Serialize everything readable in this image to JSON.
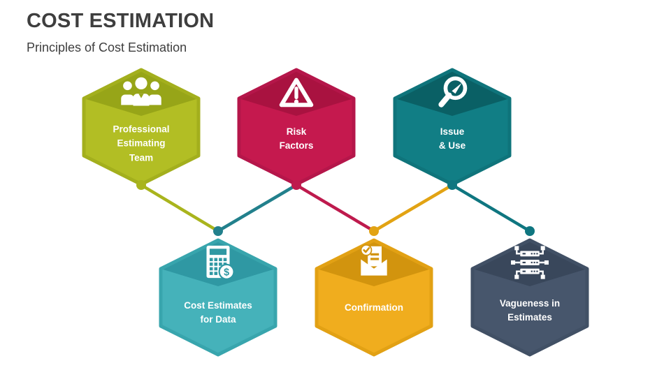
{
  "slide": {
    "title": "COST ESTIMATION",
    "subtitle": "Principles of Cost Estimation",
    "title_color": "#3e3e3e",
    "background": "#ffffff"
  },
  "hexagons": [
    {
      "id": "professional-estimating-team",
      "label": "Professional\nEstimating\nTeam",
      "icon": "team-icon",
      "colors": {
        "body": "#b2be24",
        "roof": "#97a518",
        "border": "#a3af1d"
      }
    },
    {
      "id": "risk-factors",
      "label": "Risk\nFactors",
      "icon": "warning-icon",
      "colors": {
        "body": "#c5194e",
        "roof": "#a91240",
        "border": "#b5164a"
      }
    },
    {
      "id": "issue-and-use",
      "label": "Issue\n& Use",
      "icon": "search-icon",
      "colors": {
        "body": "#117e85",
        "roof": "#0a6065",
        "border": "#0f747b"
      }
    },
    {
      "id": "cost-estimates-for-data",
      "label": "Cost Estimates\nfor Data",
      "icon": "calculator-icon",
      "colors": {
        "body": "#45b2ba",
        "roof": "#2f98a3",
        "border": "#38a5ad"
      }
    },
    {
      "id": "confirmation",
      "label": "Confirmation",
      "icon": "confirmation-icon",
      "colors": {
        "body": "#f0ad1e",
        "roof": "#d2940e",
        "border": "#e2a114"
      }
    },
    {
      "id": "vagueness-in-estimates",
      "label": "Vagueness in\nEstimates",
      "icon": "network-icon",
      "colors": {
        "body": "#47566c",
        "roof": "#39475b",
        "border": "#415065"
      }
    }
  ],
  "connectors": [
    {
      "from": "professional-estimating-team",
      "to": "cost-estimates-for-data",
      "color": "#a9b41d"
    },
    {
      "from": "cost-estimates-for-data",
      "to": "risk-factors",
      "color": "#22808c"
    },
    {
      "from": "risk-factors",
      "to": "confirmation",
      "color": "#be1a4d"
    },
    {
      "from": "confirmation",
      "to": "issue-and-use",
      "color": "#e2a313"
    },
    {
      "from": "issue-and-use",
      "to": "vagueness-in-estimates",
      "color": "#0f7680"
    }
  ],
  "dots": [
    {
      "at": "professional-estimating-team-bottom",
      "color": "#a9b41d"
    },
    {
      "at": "cost-estimates-for-data-top",
      "color": "#22808c"
    },
    {
      "at": "risk-factors-bottom",
      "color": "#be1a4d"
    },
    {
      "at": "confirmation-top",
      "color": "#e2a313"
    },
    {
      "at": "issue-and-use-bottom",
      "color": "#0f7680"
    },
    {
      "at": "vagueness-in-estimates-top",
      "color": "#0f7680"
    }
  ],
  "icons": {
    "dollar_sign": "$"
  }
}
